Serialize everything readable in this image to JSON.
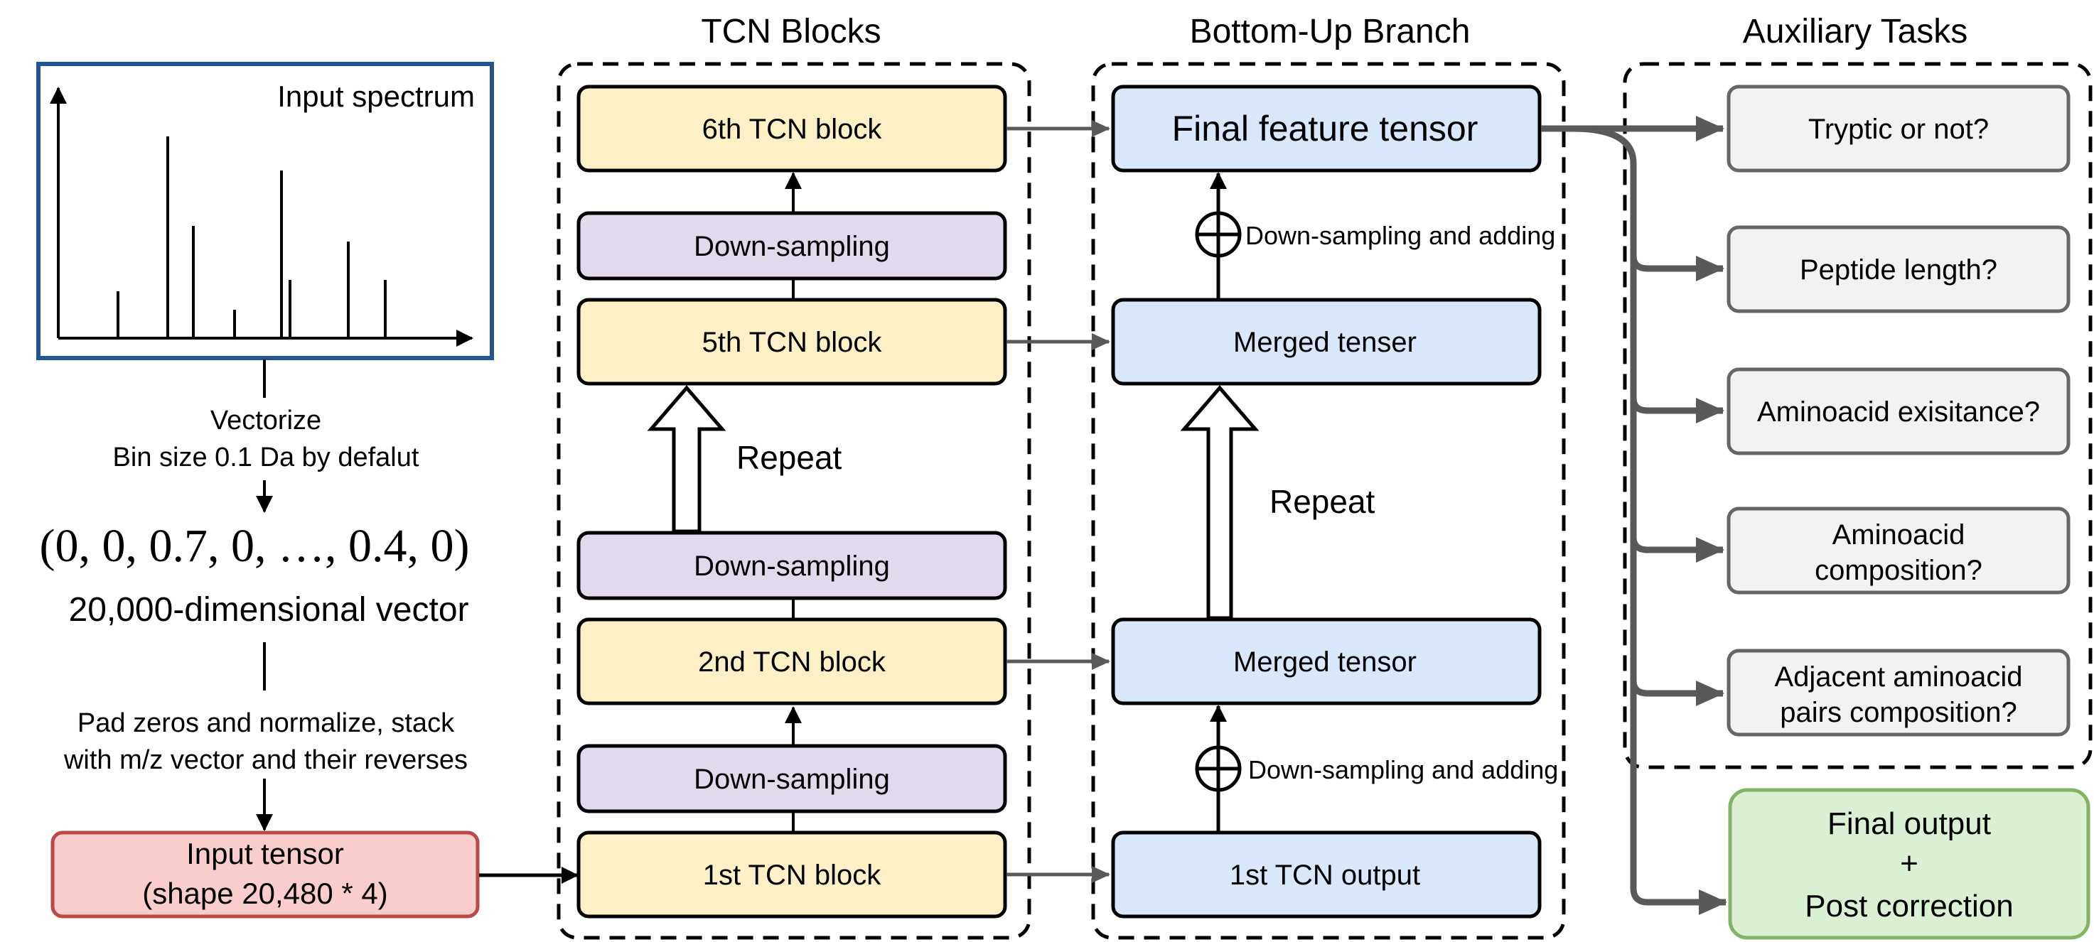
{
  "sections": {
    "tcn_title": "TCN Blocks",
    "bottom_up_title": "Bottom-Up Branch",
    "aux_title": "Auxiliary Tasks"
  },
  "input": {
    "spectrum_label": "Input spectrum",
    "vectorize_line1": "Vectorize",
    "vectorize_line2": "Bin size 0.1 Da by defalut",
    "vector_expr": "(0, 0, 0.7, 0, …, 0.4, 0)",
    "vector_caption": "20,000-dimensional vector",
    "pad_line1": "Pad zeros and normalize, stack",
    "pad_line2": "with m/z vector and their reverses",
    "tensor_line1": "Input tensor",
    "tensor_line2": "(shape 20,480 * 4)"
  },
  "tcn": {
    "block6": "6th TCN block",
    "down_top": "Down-sampling",
    "block5": "5th TCN block",
    "repeat": "Repeat",
    "down_mid": "Down-sampling",
    "block2": "2nd TCN block",
    "down_bottom": "Down-sampling",
    "block1": "1st TCN block"
  },
  "bottom_up": {
    "final_feature": "Final feature tensor",
    "add_top": "Down-sampling and adding",
    "merged_top": "Merged tenser",
    "repeat": "Repeat",
    "merged_bottom": "Merged tensor",
    "add_bottom": "Down-sampling and adding",
    "first_output": "1st TCN output"
  },
  "aux": {
    "tryptic": "Tryptic or not?",
    "length": "Peptide length?",
    "existence": "Aminoacid exisitance?",
    "composition_line1": "Aminoacid",
    "composition_line2": "composition?",
    "pairs_line1": "Adjacent aminoacid",
    "pairs_line2": "pairs composition?"
  },
  "output": {
    "line1": "Final output",
    "line2": "+",
    "line3": "Post correction"
  },
  "colors": {
    "tcn_block": "#fdf0c7",
    "downsampling": "#e3d9ec",
    "bottom_up": "#d9e7fb",
    "aux": "#f2f2f2",
    "input_tensor": "#f8cdcc",
    "final_output": "#d9f0d2",
    "spectrum_border": "#1f5596",
    "arrow_gray": "#5a5a5a"
  }
}
